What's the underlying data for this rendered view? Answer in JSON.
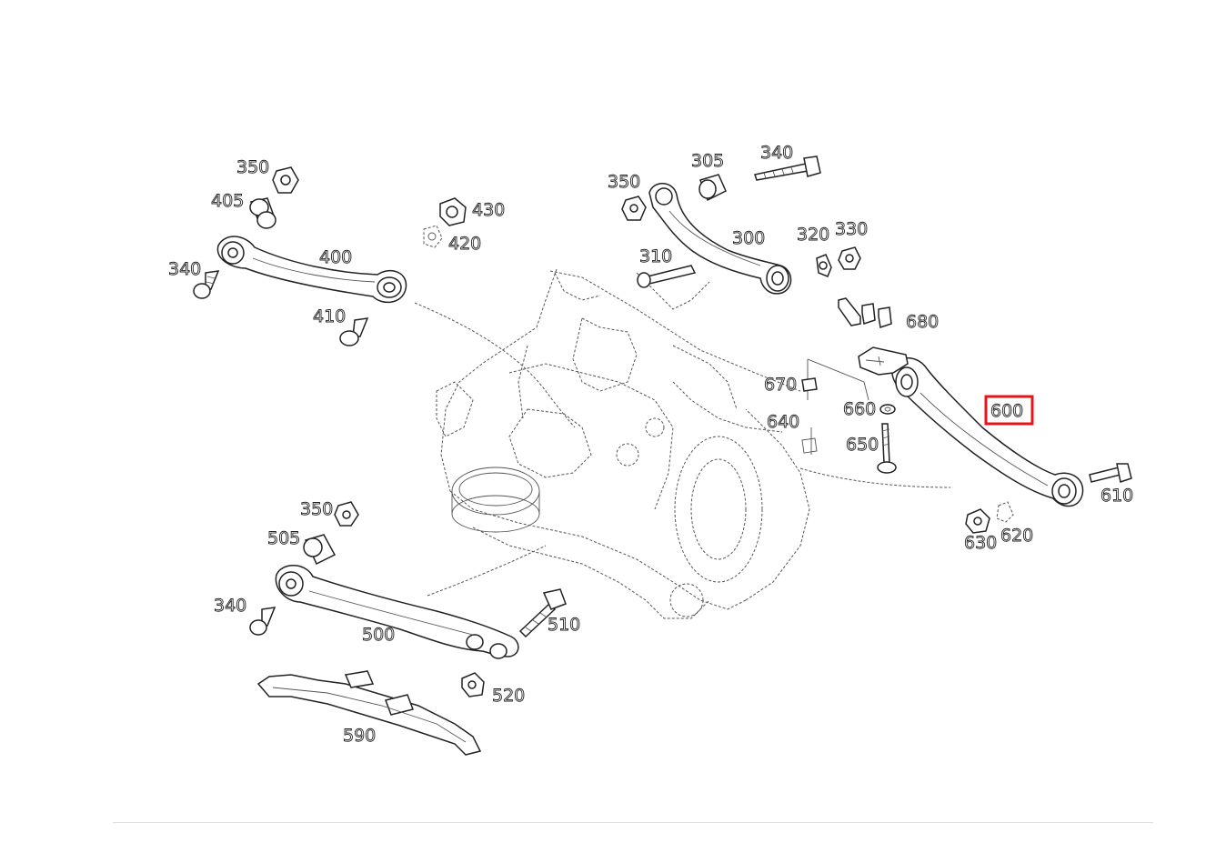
{
  "diagram": {
    "accent_color": "#e8141a",
    "highlighted_part": "600",
    "labels": {
      "l350a": "350",
      "l405": "405",
      "l340a": "340",
      "l400": "400",
      "l410": "410",
      "l430": "430",
      "l420": "420",
      "l350b": "350",
      "l305": "305",
      "l340b": "340",
      "l300": "300",
      "l310": "310",
      "l320": "320",
      "l330": "330",
      "l680": "680",
      "l670": "670",
      "l640": "640",
      "l660": "660",
      "l650": "650",
      "l600": "600",
      "l610": "610",
      "l620": "620",
      "l630": "630",
      "l350c": "350",
      "l505": "505",
      "l340c": "340",
      "l500": "500",
      "l510": "510",
      "l520": "520",
      "l590": "590"
    }
  }
}
